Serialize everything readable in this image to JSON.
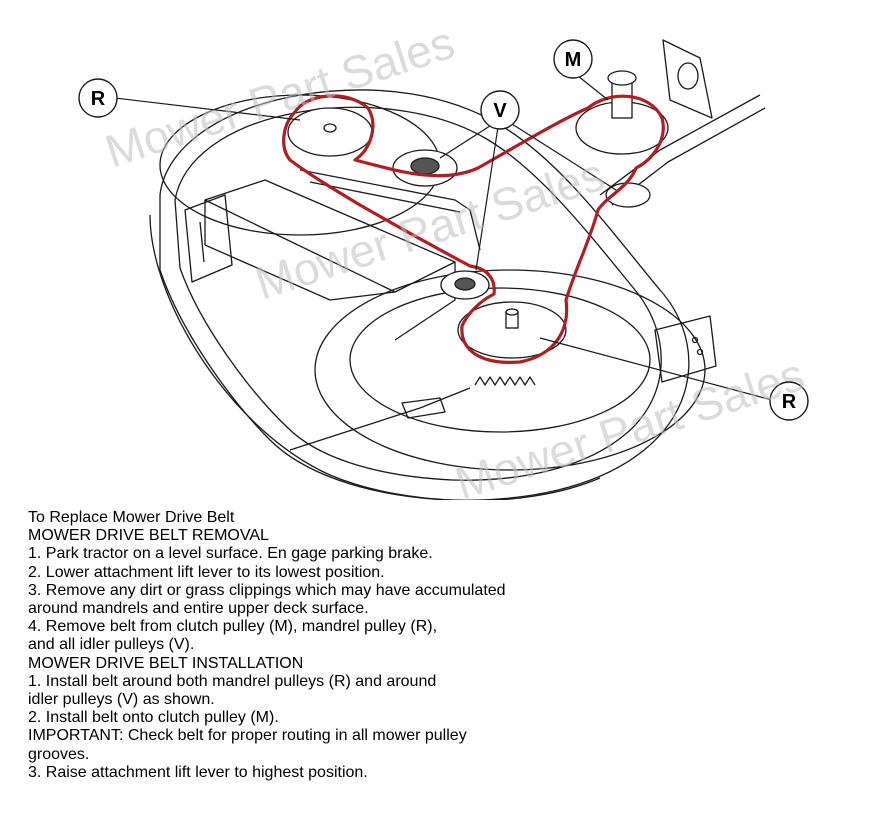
{
  "callouts": {
    "r_top": "R",
    "v": "V",
    "m": "M",
    "r_bottom": "R"
  },
  "watermarks": [
    "Mower Part Sales",
    "Mower Part Sales",
    "Mower Part Sales"
  ],
  "colors": {
    "belt": "#b01e23",
    "line": "#1a1a1a",
    "watermark": "#bdbdbd"
  },
  "instructions": {
    "lines": [
      "To Replace Mower Drive Belt",
      "MOWER DRIVE BELT REMOVAL",
      "1. Park tractor on a level surface. En gage parking brake.",
      "2. Lower attachment lift lever to its lowest position.",
      "3. Remove any dirt or grass clippings which may have accumulated",
      "around mandrels and entire upper deck surface.",
      "4. Remove belt from clutch pulley (M), mandrel pulley (R),",
      "and all idler pulleys (V).",
      "MOWER DRIVE BELT INSTALLATION",
      "1. Install belt around both mandrel pulleys (R) and around",
      "idler pulleys (V) as shown.",
      "2. Install belt onto clutch pulley (M).",
      "IMPORTANT: Check belt for proper routing in all mower pulley",
      "grooves.",
      "3. Raise attachment lift lever to highest position."
    ]
  }
}
